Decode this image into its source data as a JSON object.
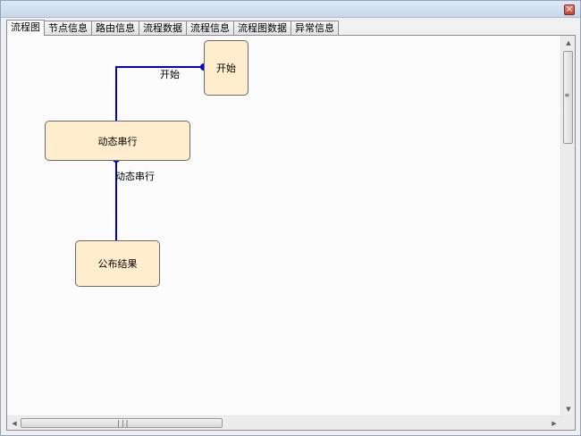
{
  "window": {
    "close_glyph": "×"
  },
  "tabs": [
    {
      "label": "流程图"
    },
    {
      "label": "节点信息"
    },
    {
      "label": "路由信息"
    },
    {
      "label": "流程数据"
    },
    {
      "label": "流程信息"
    },
    {
      "label": "流程图数据"
    },
    {
      "label": "异常信息"
    }
  ],
  "active_tab": "流程图",
  "diagram": {
    "nodes": [
      {
        "id": "start",
        "label": "开始"
      },
      {
        "id": "dynamic",
        "label": "动态串行"
      },
      {
        "id": "publish",
        "label": "公布结果"
      }
    ],
    "edges": [
      {
        "from": "start",
        "to": "dynamic",
        "label": "开始"
      },
      {
        "from": "dynamic",
        "to": "publish",
        "label": "动态串行"
      }
    ],
    "edge_color": "#0000cc",
    "node_fill": "#ffedce"
  },
  "scrollbars": {
    "up_arrow": "▲",
    "down_arrow": "▼",
    "left_arrow": "◀",
    "right_arrow": "▶",
    "v_grip": "≡",
    "h_grip": "|||"
  }
}
